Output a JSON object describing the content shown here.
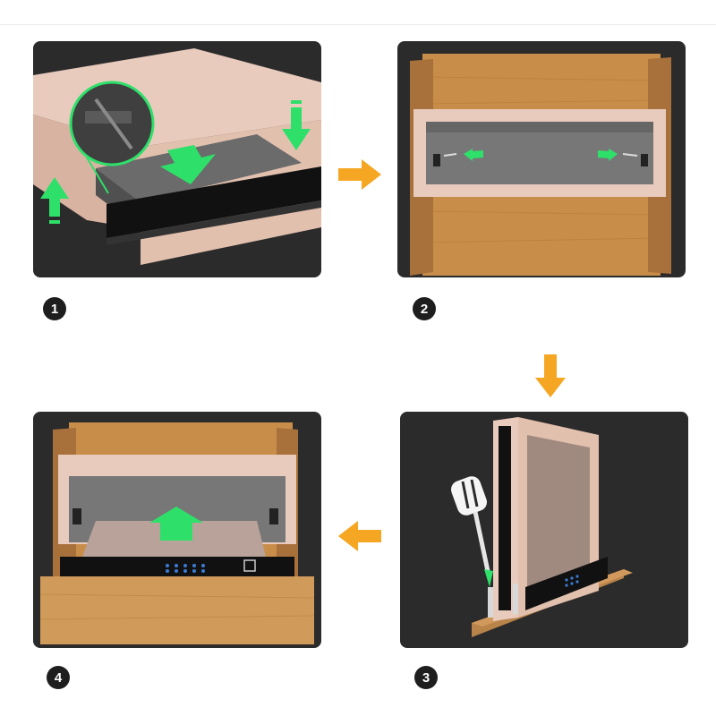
{
  "steps": [
    {
      "number": "1"
    },
    {
      "number": "2"
    },
    {
      "number": "3"
    },
    {
      "number": "4"
    }
  ],
  "colors": {
    "panel_bg": "#2b2b2b",
    "flow_arrow": "#f5a623",
    "hint_arrow": "#2ee06a",
    "safe_body": "#e8cbbd",
    "wood": "#c9924f",
    "number_badge": "#1e1e1e"
  },
  "icons": {
    "flow_arrows": [
      "arrow-right-icon",
      "arrow-down-icon",
      "arrow-left-icon"
    ],
    "hint_arrows": "green-direction-arrow-icon",
    "tool": "screwdriver-icon"
  }
}
